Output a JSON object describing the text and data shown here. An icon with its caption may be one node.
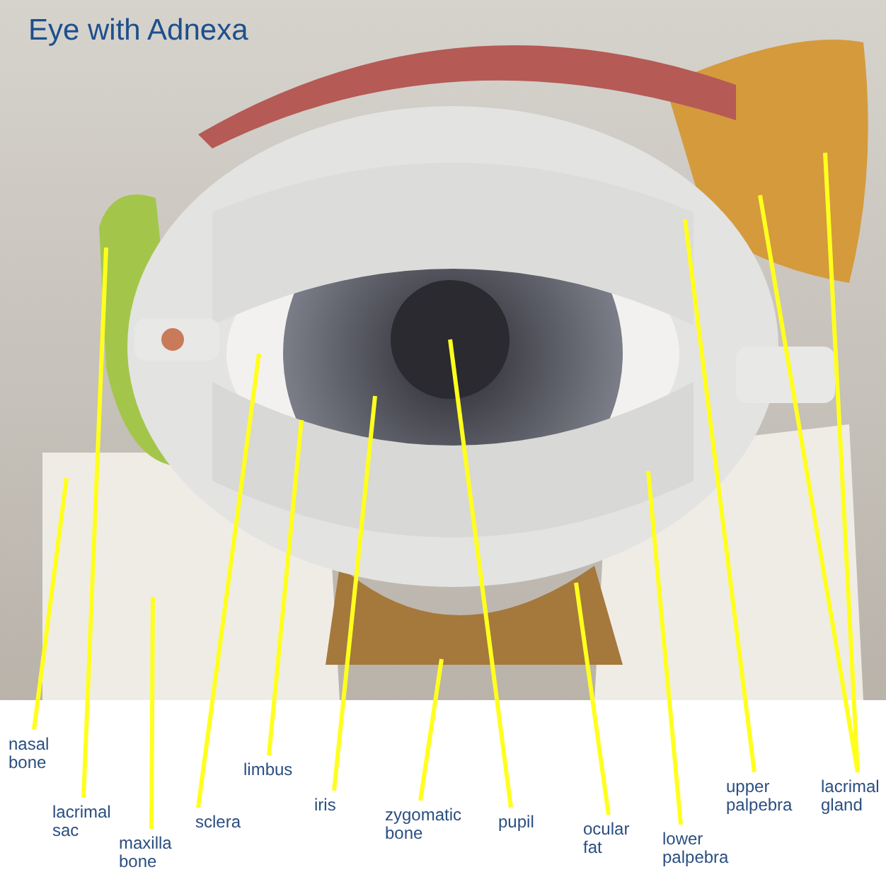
{
  "diagram": {
    "title": "Eye with Adnexa",
    "nodes": [
      {
        "text": [
          "nasal bone"
        ]
      },
      {
        "text": [
          "lacrimal sac"
        ]
      },
      {
        "text": [
          "maxilla bone"
        ]
      },
      {
        "text": [
          "sclera"
        ]
      },
      {
        "text": [
          "limbus"
        ]
      },
      {
        "text": [
          "iris"
        ]
      },
      {
        "text": [
          "zygomatic bone"
        ]
      },
      {
        "text": [
          "pupil"
        ]
      },
      {
        "text": [
          "ocular fat"
        ]
      },
      {
        "text": [
          "lower palpebra"
        ]
      },
      {
        "text": [
          "upper palpebra"
        ]
      },
      {
        "text": [
          "lacrimal gland"
        ]
      }
    ],
    "edges": [
      {
        "from": 0,
        "to": null,
        "arrow": "none"
      },
      {
        "from": 1,
        "to": null,
        "arrow": "none"
      },
      {
        "from": 2,
        "to": null,
        "arrow": "none"
      },
      {
        "from": 3,
        "to": null,
        "arrow": "none"
      },
      {
        "from": 4,
        "to": null,
        "arrow": "none"
      },
      {
        "from": 5,
        "to": null,
        "arrow": "none"
      },
      {
        "from": 6,
        "to": null,
        "arrow": "none"
      },
      {
        "from": 7,
        "to": null,
        "arrow": "none"
      },
      {
        "from": 8,
        "to": null,
        "arrow": "none"
      },
      {
        "from": 9,
        "to": null,
        "arrow": "none"
      },
      {
        "from": 10,
        "to": null,
        "arrow": "none"
      },
      {
        "from": 11,
        "to": null,
        "arrow": "none"
      },
      {
        "from": 11,
        "to": null,
        "arrow": "none"
      }
    ]
  }
}
